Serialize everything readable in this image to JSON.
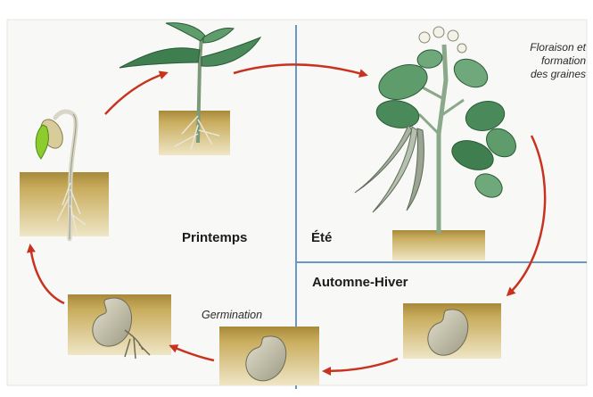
{
  "labels": {
    "spring": "Printemps",
    "summer": "Été",
    "autumn_winter": "Automne-Hiver",
    "germination": "Germination",
    "flowering_line1": "Floraison et",
    "flowering_line2": "formation",
    "flowering_line3": "des graines"
  },
  "colors": {
    "background": "#f8f8f6",
    "soil": "#c9ad5e",
    "soil_dark": "#a8893a",
    "divider": "#6a98c8",
    "arrow": "#c8331f",
    "leaf": "#3f7f4f",
    "leaf_light": "#9cc9a2",
    "seed": "#c8c6ae",
    "sprout": "#8ccc2c"
  },
  "diagram": {
    "stages": [
      "seed-in-soil",
      "germinating-seed",
      "seedling",
      "young-plant",
      "flowering-plant-with-pods",
      "seed-in-soil"
    ],
    "flow": "cycle"
  }
}
